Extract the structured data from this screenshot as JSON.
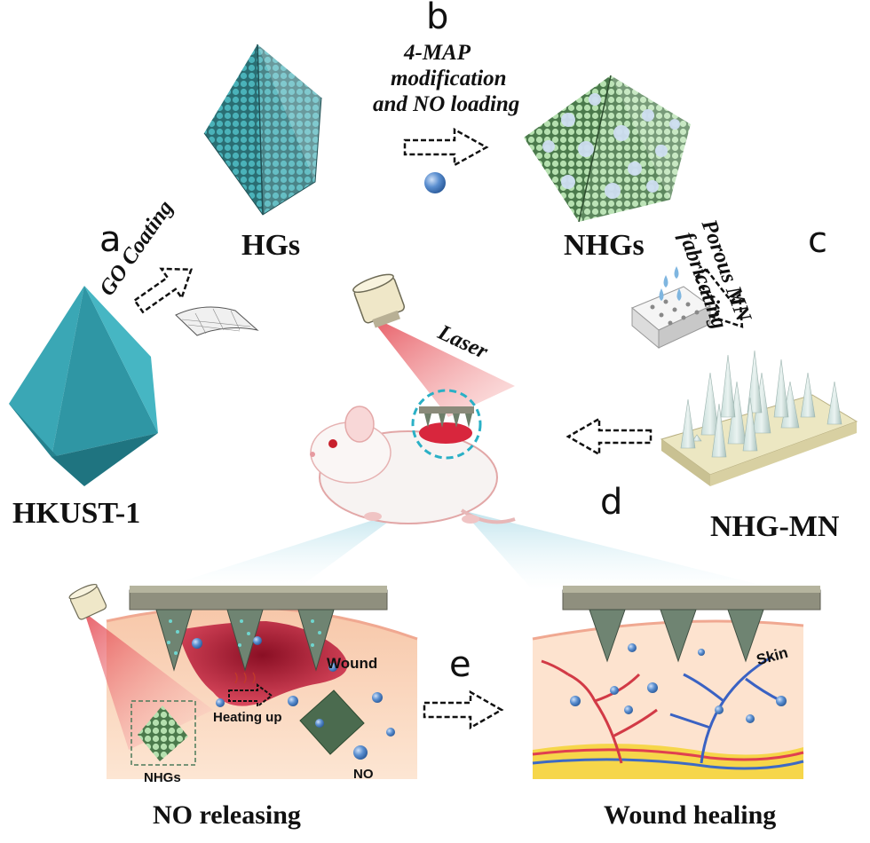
{
  "labels": {
    "step_a": "a",
    "step_b": "b",
    "step_c": "c",
    "step_d": "d",
    "step_e": "e",
    "hkust": "HKUST-1",
    "hgs": "HGs",
    "nhgs": "NHGs",
    "nhg_mn": "NHG-MN",
    "go_coating": "GO Coating",
    "map_line1": "4-MAP",
    "map_line2": "modification",
    "map_line3": "and NO loading",
    "porous_line1": "Porous MN",
    "porous_line2": "fabricating",
    "laser": "Laser",
    "wound": "Wound",
    "skin": "Skin",
    "nhgs_small": "NHGs",
    "heating_up": "Heating up",
    "no_small": "NO",
    "no_releasing": "NO releasing",
    "wound_healing": "Wound healing"
  },
  "colors": {
    "hkust": "#2f9aa8",
    "hg_teal": "#3a8f96",
    "nhg_green": "#a9d6a6",
    "no_sphere": "#5b8fd0",
    "laser_red": "#e9474e",
    "tissue": "#fde3cf",
    "wound_red": "#b81d35",
    "fat_yellow": "#f6d64a",
    "needle": "#6e7f6a"
  }
}
